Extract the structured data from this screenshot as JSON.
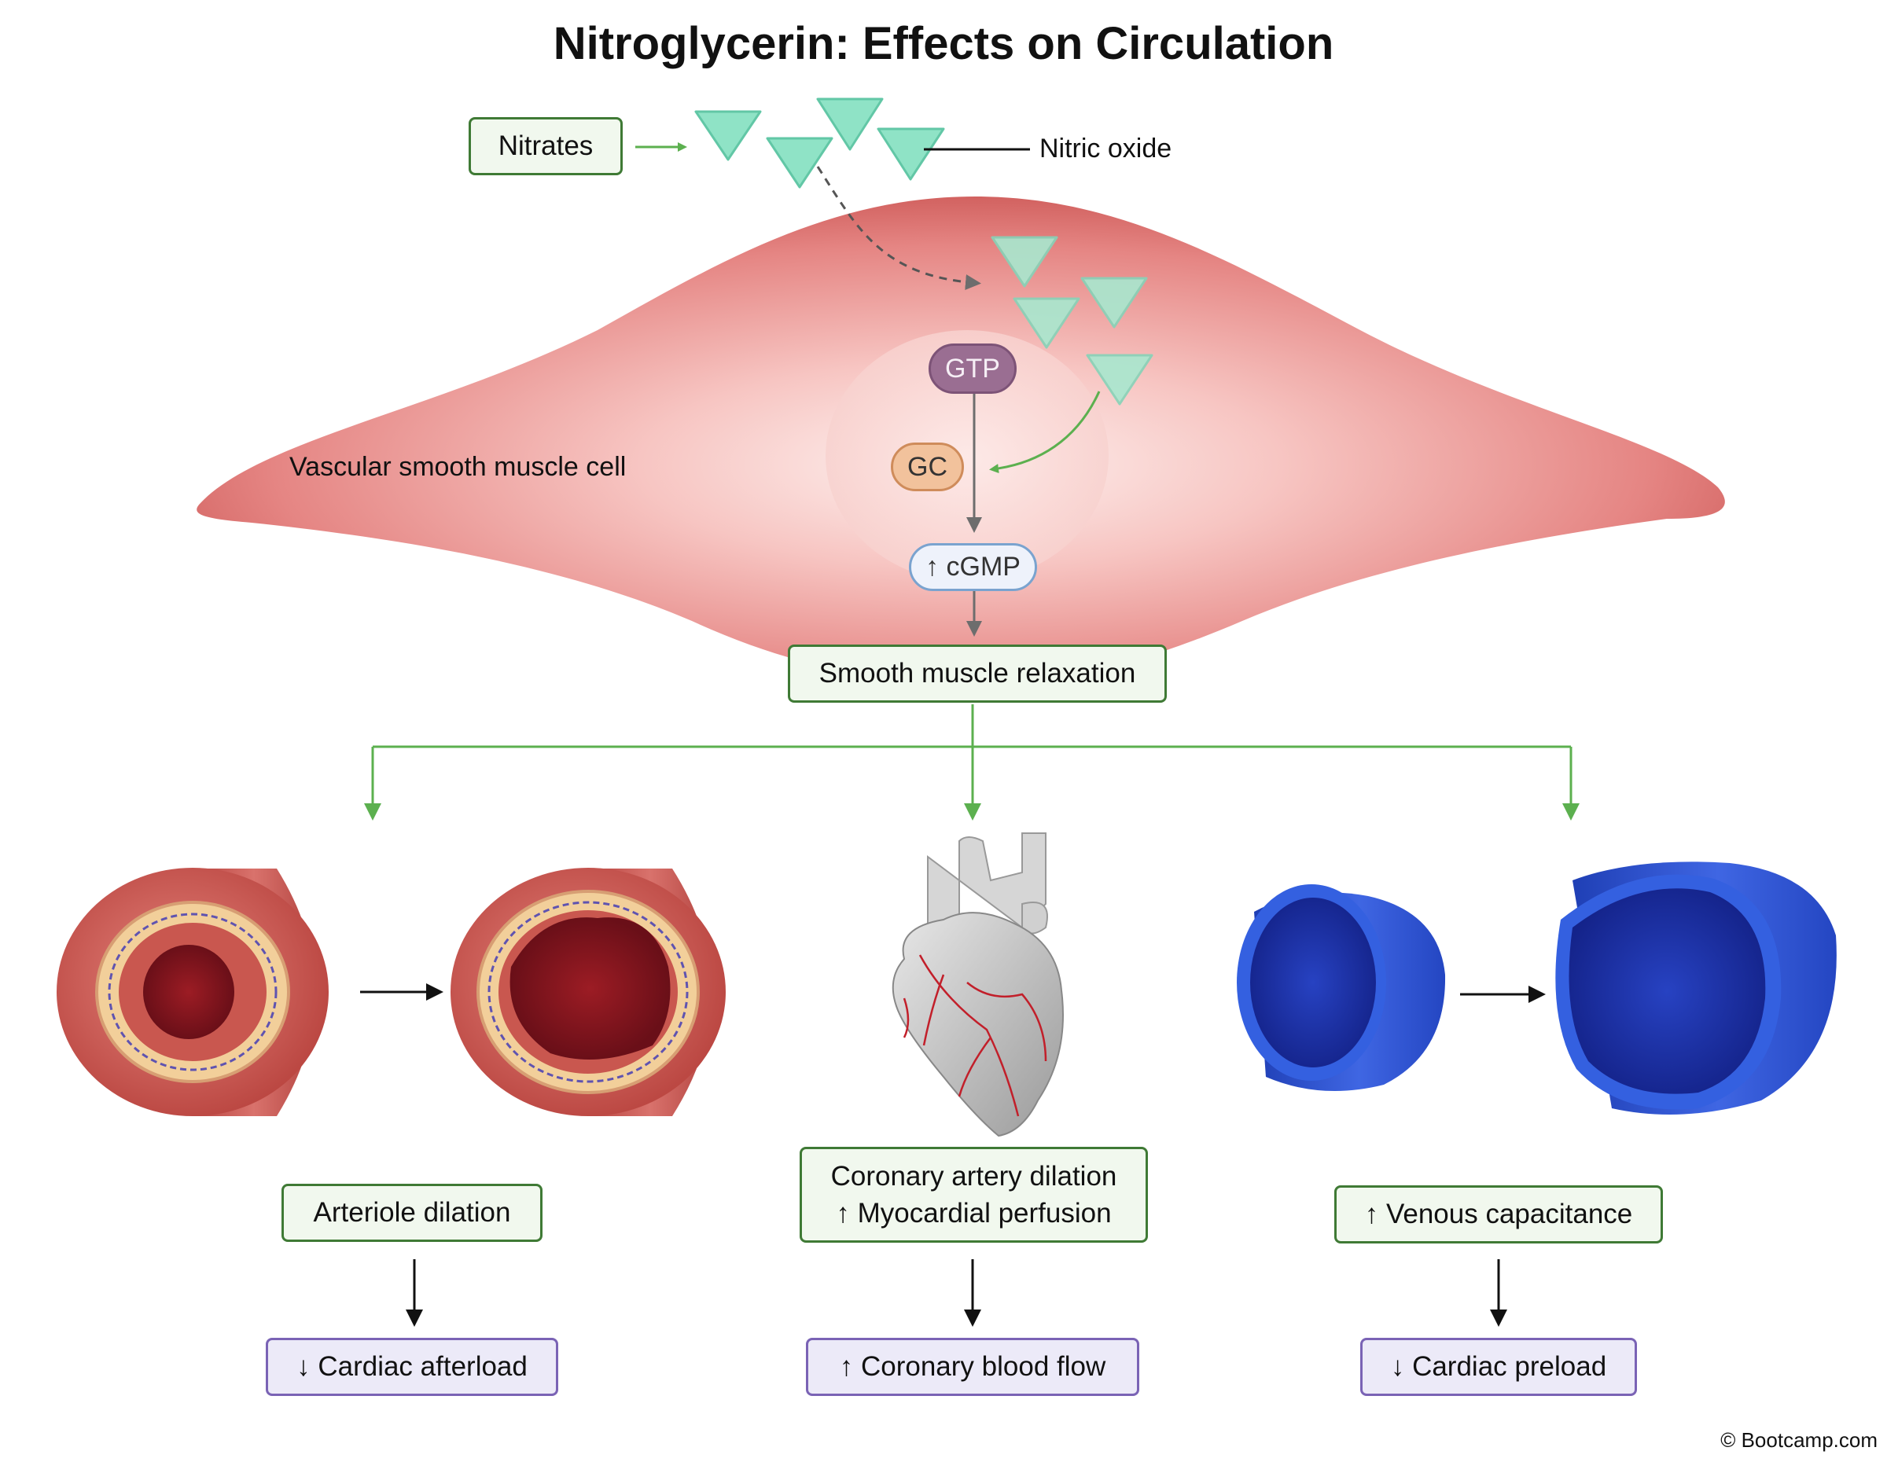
{
  "title": "Nitroglycerin: Effects on Circulation",
  "labels": {
    "nitrates": "Nitrates",
    "nitric_oxide": "Nitric oxide",
    "cell": "Vascular smooth muscle cell",
    "gtp": "GTP",
    "gc": "GC",
    "cgmp": "↑ cGMP",
    "relaxation": "Smooth muscle relaxation"
  },
  "effects": {
    "arteriole": {
      "effect": "Arteriole dilation",
      "outcome": "↓ Cardiac afterload"
    },
    "coronary": {
      "effect_line1": "Coronary artery dilation",
      "effect_line2": "↑ Myocardial perfusion",
      "outcome": "↑ Coronary blood flow"
    },
    "venous": {
      "effect": "↑ Venous capacitance",
      "outcome": "↓ Cardiac preload"
    }
  },
  "copyright": "© Bootcamp.com",
  "colors": {
    "green_arrow": "#5cb04f",
    "green_box_border": "#3f7a35",
    "purple_box_border": "#7a63b5",
    "nitric_oxide": "#8fe3c6",
    "cell": "#e07a78",
    "gtp": "#9a6e92",
    "gc": "#f2c29c",
    "cgmp_border": "#7aa3cf",
    "vein": "#2a4fd0",
    "artery": "#c9504a"
  }
}
